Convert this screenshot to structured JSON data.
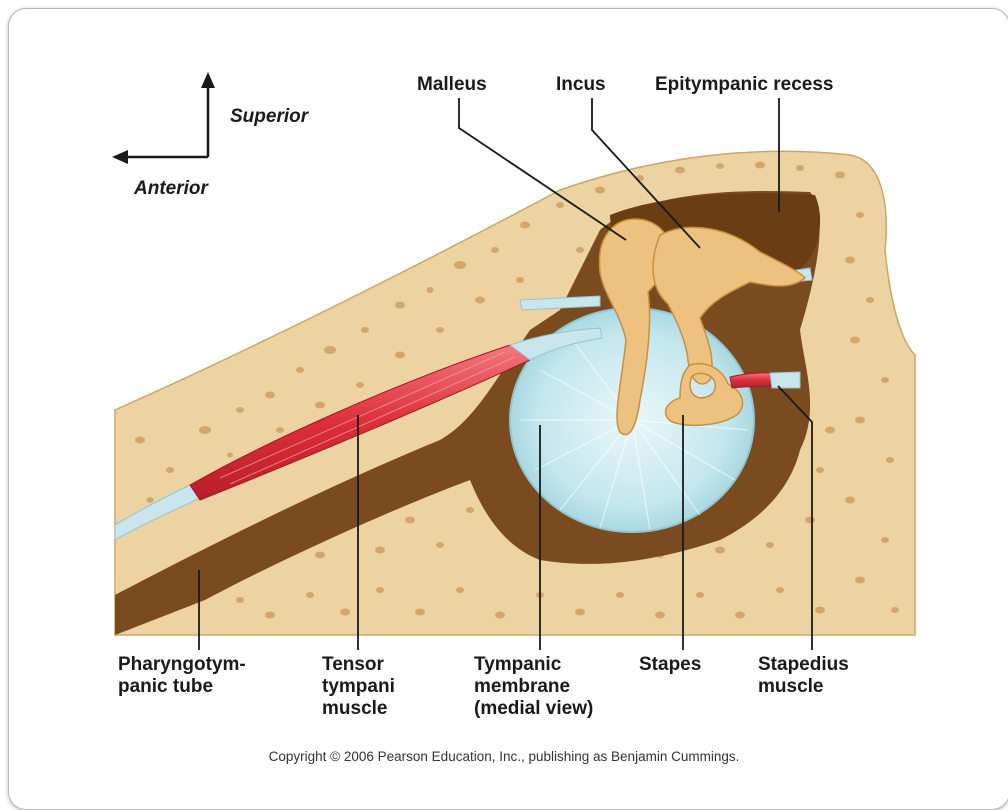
{
  "orientation": {
    "superior": "Superior",
    "anterior": "Anterior"
  },
  "top_labels": {
    "malleus": "Malleus",
    "incus": "Incus",
    "epitympanic_recess": "Epitympanic recess"
  },
  "bottom_labels": {
    "pharyngotympanic_tube": [
      "Pharyngotym-",
      "panic tube"
    ],
    "tensor_tympani_muscle": [
      "Tensor",
      "tympani",
      "muscle"
    ],
    "tympanic_membrane": [
      "Tympanic",
      "membrane",
      "(medial view)"
    ],
    "stapes": "Stapes",
    "stapedius_muscle": [
      "Stapedius",
      "muscle"
    ]
  },
  "copyright": "Copyright © 2006 Pearson Education, Inc., publishing as Benjamin Cummings.",
  "colors": {
    "bone": "#eed3a2",
    "cavity": "#7a4b1e",
    "ossicle": "#edc27e",
    "membrane": "#bfe6ec",
    "muscle": "#e4404a",
    "tendon": "#c9e6ee"
  }
}
